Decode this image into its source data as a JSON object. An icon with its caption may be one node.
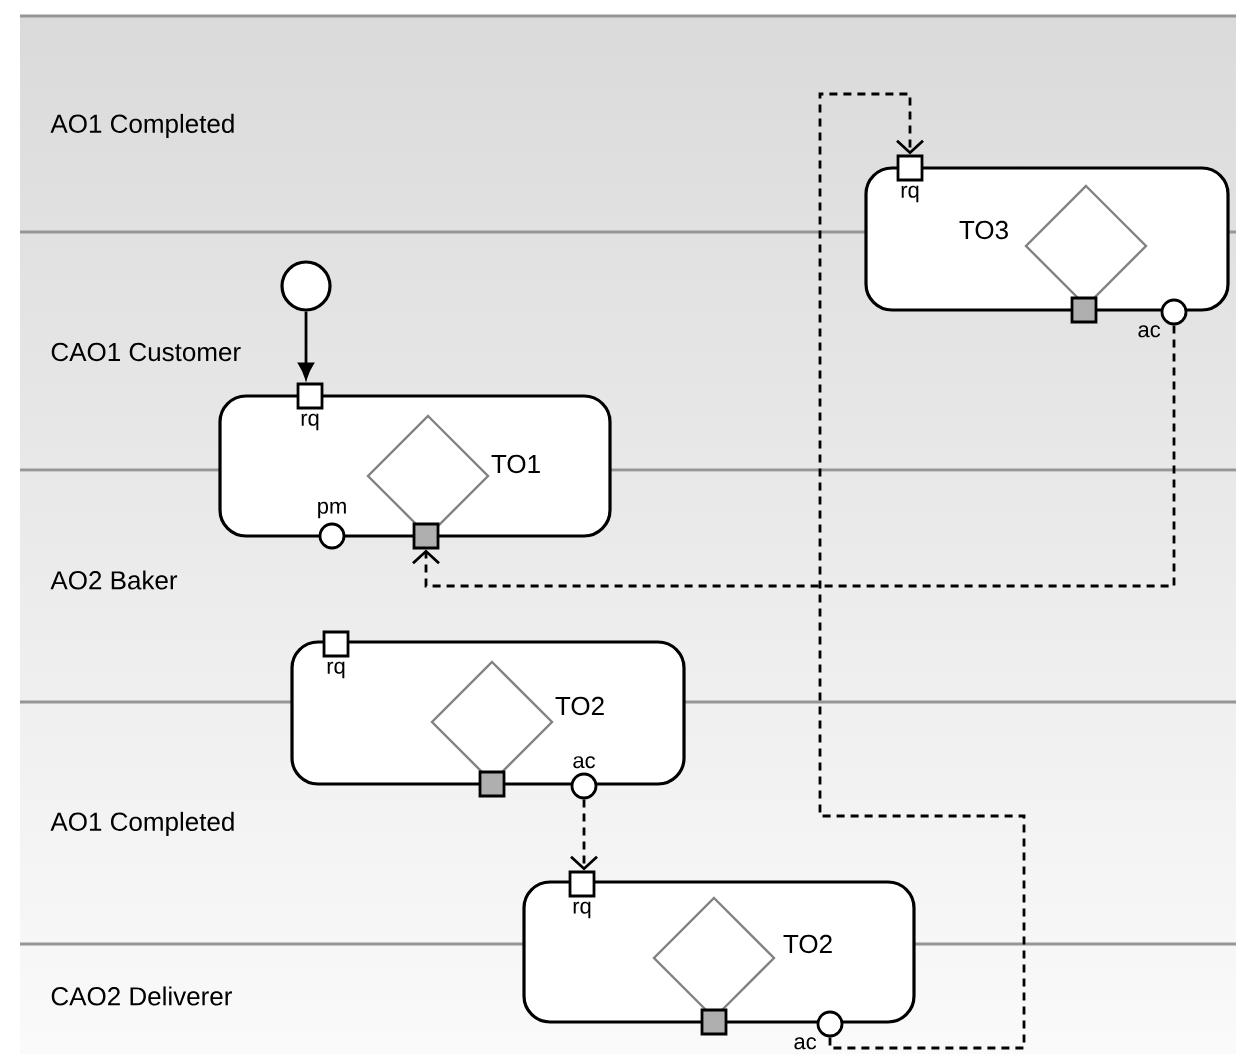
{
  "diagram": {
    "nodes": [
      {
        "text": [],
        "shape": "circle"
      },
      {
        "text": [
          "TO1"
        ]
      },
      {
        "text": [
          "rq"
        ],
        "in": 1
      },
      {
        "text": [
          "pm"
        ],
        "in": 1
      },
      {
        "text": [],
        "shape": "box",
        "in": 1
      },
      {
        "text": [
          "TO3"
        ]
      },
      {
        "text": [
          "rq"
        ],
        "in": 5
      },
      {
        "text": [],
        "shape": "box",
        "in": 5
      },
      {
        "text": [
          "ac"
        ],
        "in": 5
      },
      {
        "text": [
          "TO2"
        ]
      },
      {
        "text": [
          "rq"
        ],
        "in": 9
      },
      {
        "text": [],
        "shape": "box",
        "in": 9
      },
      {
        "text": [
          "ac"
        ],
        "in": 9
      },
      {
        "text": [
          "TO2"
        ]
      },
      {
        "text": [
          "rq"
        ],
        "in": 13
      },
      {
        "text": [],
        "shape": "box",
        "in": 13
      },
      {
        "text": [
          "ac"
        ],
        "in": 13
      }
    ],
    "edges": [
      {
        "from": 0,
        "to": 2,
        "arrow": "to"
      },
      {
        "from": 8,
        "to": 4,
        "arrow": "to",
        "style": "dashed"
      },
      {
        "from": 16,
        "to": 6,
        "arrow": "to",
        "style": "dashed"
      },
      {
        "from": 12,
        "to": 14,
        "arrow": "to",
        "style": "dashed"
      }
    ],
    "labels": [
      "AO1 Completed",
      "CAO1 Customer",
      "AO2 Baker",
      "AO1 Completed",
      "CAO2 Deliverer"
    ]
  }
}
